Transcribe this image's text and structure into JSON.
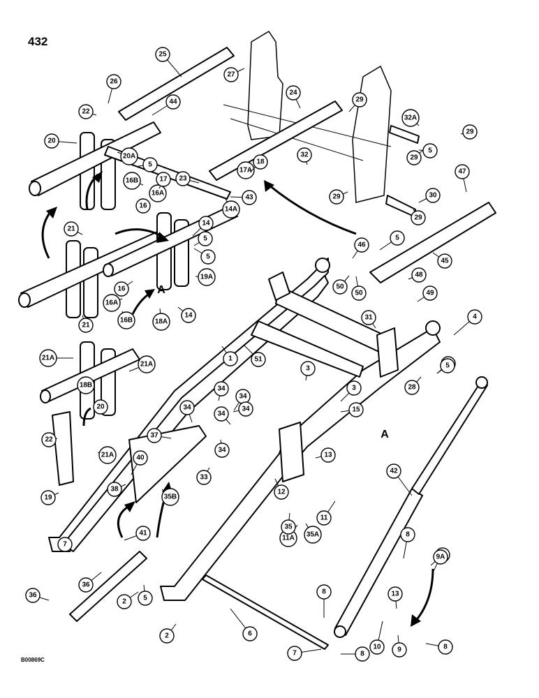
{
  "page": {
    "page_number": "432",
    "figure_code": "B00869C"
  },
  "reference_letters": [
    "A",
    "A"
  ],
  "callouts": [
    "1",
    "2",
    "2",
    "3",
    "3",
    "4",
    "5",
    "5",
    "5",
    "5",
    "5",
    "5",
    "5",
    "5",
    "6",
    "7",
    "7",
    "8",
    "8",
    "8",
    "8",
    "8",
    "9",
    "9A",
    "10",
    "11",
    "11A",
    "12",
    "13",
    "13",
    "14",
    "14",
    "14A",
    "15",
    "16",
    "16",
    "16A",
    "16A",
    "16B",
    "16B",
    "17",
    "17A",
    "18",
    "18A",
    "18B",
    "19",
    "19A",
    "20",
    "20",
    "20A",
    "21",
    "21",
    "21A",
    "21A",
    "21A",
    "22",
    "22",
    "23",
    "24",
    "25",
    "26",
    "27",
    "28",
    "29",
    "29",
    "29",
    "29",
    "29",
    "30",
    "31",
    "32",
    "32A",
    "33",
    "34",
    "34",
    "34",
    "34",
    "34",
    "34",
    "35",
    "35A",
    "35B",
    "36",
    "36",
    "37",
    "38",
    "40",
    "41",
    "42",
    "43",
    "44",
    "45",
    "46",
    "47",
    "48",
    "49",
    "50",
    "50",
    "51"
  ]
}
